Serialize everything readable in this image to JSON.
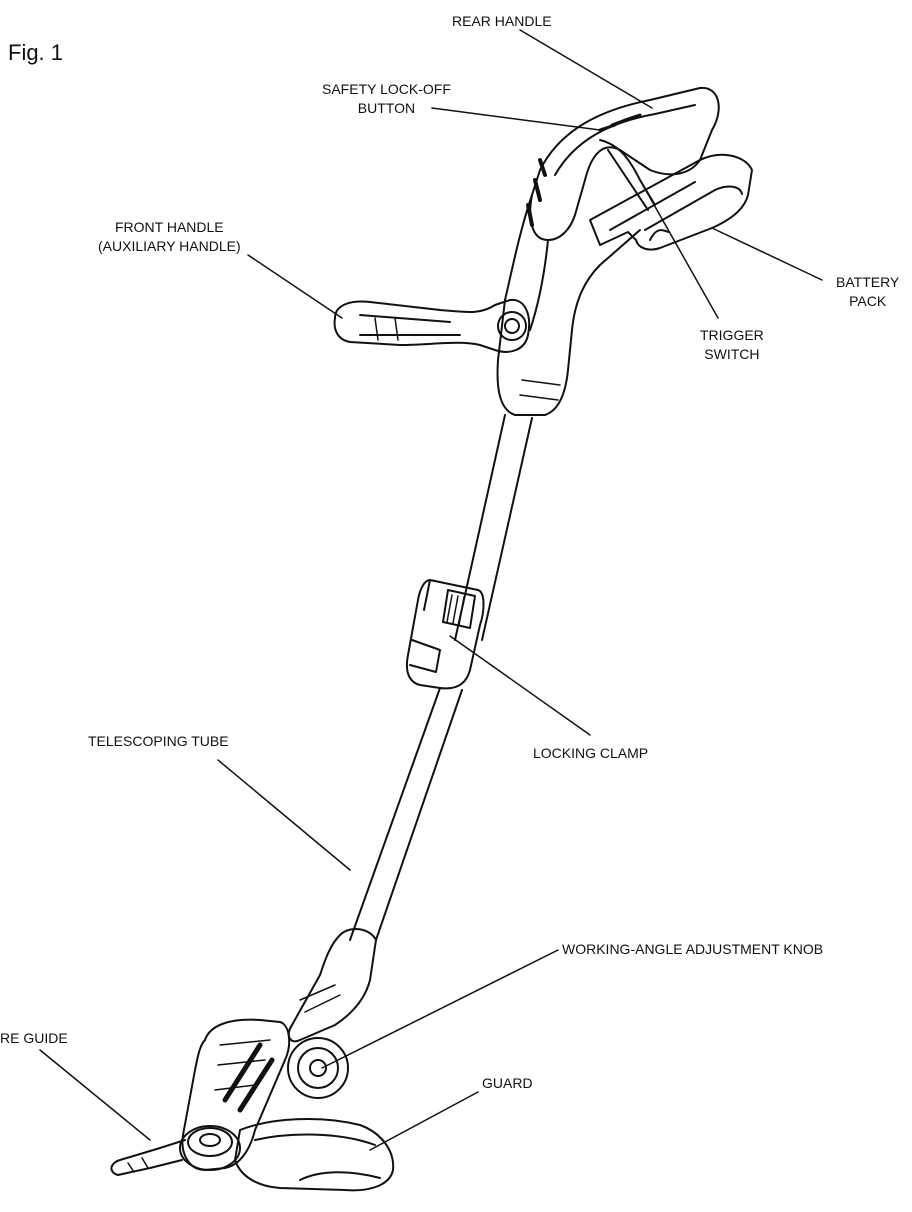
{
  "figure": {
    "title": "Fig.  1"
  },
  "labels": {
    "rear_handle": "REAR HANDLE",
    "safety_lock_off_line1": "SAFETY LOCK-OFF",
    "safety_lock_off_line2": "BUTTON",
    "front_handle_line1": "FRONT HANDLE",
    "front_handle_line2": "(AUXILIARY HANDLE)",
    "battery_pack_line1": "BATTERY",
    "battery_pack_line2": "PACK",
    "trigger_switch_line1": "TRIGGER",
    "trigger_switch_line2": "SWITCH",
    "telescoping_tube": "TELESCOPING TUBE",
    "locking_clamp": "LOCKING CLAMP",
    "working_angle_knob": "WORKING-ANGLE ADJUSTMENT  KNOB",
    "wire_guide": "RE GUIDE",
    "guard": "GUARD"
  }
}
